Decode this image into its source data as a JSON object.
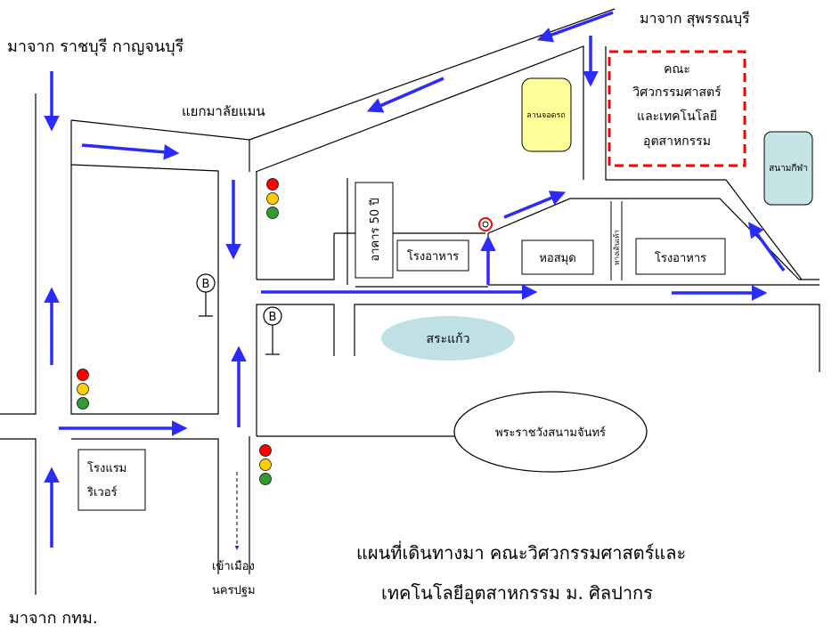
{
  "origins": {
    "ratchaburi": "มาจาก  ราชบุรี  กาญจนบุรี",
    "suphanburi": "มาจาก  สุพรรณบุรี",
    "bangkok": "มาจาก  กทม."
  },
  "intersection": "แยกมาลัยแมน",
  "faculty": {
    "line1": "คณะ",
    "line2": "วิศวกรรมศาสตร์",
    "line3": "และเทคโนโลยี",
    "line4": "อุตสาหกรรม"
  },
  "buildings": {
    "parking": "ลานจอดรถ",
    "stadium": "สนามกีฬา",
    "building50": "อาคาร  50  ปี",
    "canteen1": "โรงอาหาร",
    "library": "หอสมุด",
    "canteen2": "โรงอาหาร",
    "walkway": "ทางเดินเท้า",
    "pond": "สระแก้ว",
    "palace": "พระราชวังสนามจันทร์",
    "hotel_line1": "โรงแรม",
    "hotel_line2": "ริเวอร์"
  },
  "bus_stop": "B",
  "to_city": {
    "line1": "เข้าเมือง",
    "line2": "นครปฐม"
  },
  "map_title": {
    "line1": "แผนที่เดินทางมา  คณะวิศวกรรมศาสตร์และ",
    "line2": "เทคโนโลยีอุตสาหกรรม  ม.  ศิลปากร"
  },
  "colors": {
    "arrow": "#2b2bff",
    "pond_fill": "#bfe0e4",
    "parking_fill": "#ffff99",
    "stadium_fill": "#c6e3e6",
    "faculty_border": "#ff0000",
    "light_red": "#ff0000",
    "light_yellow": "#ffcc00",
    "light_green": "#339933"
  }
}
